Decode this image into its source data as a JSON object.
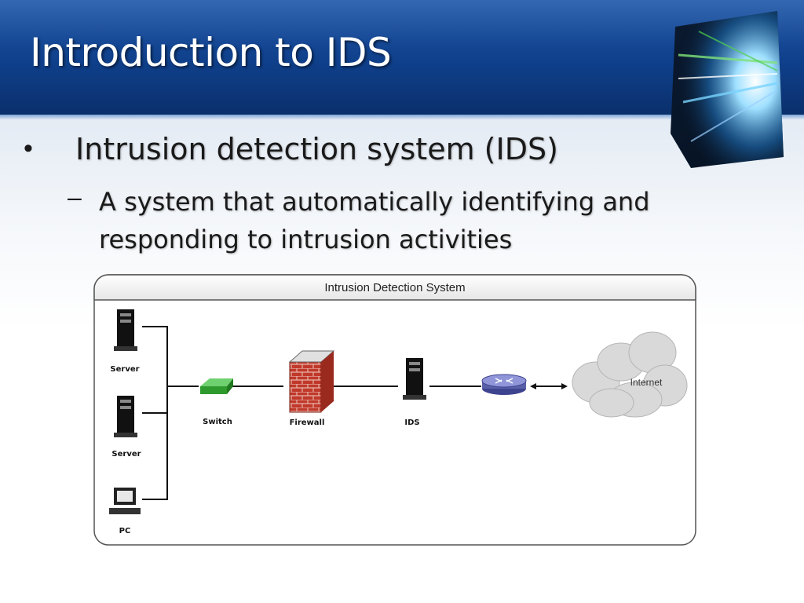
{
  "slide": {
    "title": "Introduction to IDS",
    "bullet": "Intrusion detection system (IDS)",
    "sub_bullet": "A system that automatically identifying and responding to intrusion activities",
    "bullet_marker": "•",
    "sub_marker": "–"
  },
  "diagram": {
    "title": "Intrusion Detection System",
    "labels": {
      "server_1": "Server",
      "server_2": "Server",
      "pc": "PC",
      "switch": "Switch",
      "firewall": "Firewall",
      "ids": "IDS",
      "internet": "Internet"
    },
    "icons": [
      "server-icon",
      "pc-icon",
      "switch-icon",
      "firewall-icon",
      "router-icon",
      "cloud-icon"
    ]
  },
  "colors": {
    "header_blue": "#0f3f8a",
    "switch_green": "#2e9a2e",
    "firewall_brick": "#c0392b",
    "router_purple": "#6a6fb5"
  }
}
